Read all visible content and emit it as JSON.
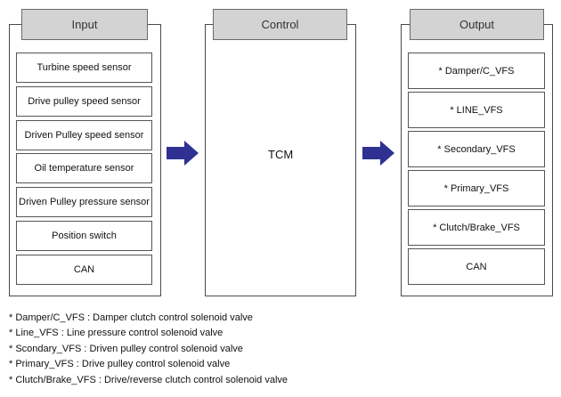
{
  "input": {
    "title": "Input",
    "items": [
      "Turbine speed sensor",
      "Drive pulley speed sensor",
      "Driven Pulley speed sensor",
      "Oil temperature sensor",
      "Driven Pulley pressure sensor",
      "Position switch",
      "CAN"
    ]
  },
  "control": {
    "title": "Control",
    "label": "TCM"
  },
  "output": {
    "title": "Output",
    "items": [
      "* Damper/C_VFS",
      "* LINE_VFS",
      "* Secondary_VFS",
      "* Primary_VFS",
      "* Clutch/Brake_VFS",
      "CAN"
    ]
  },
  "notes": [
    "* Damper/C_VFS : Damper clutch control solenoid valve",
    "* Line_VFS : Line pressure control solenoid valve",
    "* Scondary_VFS : Driven pulley control solenoid valve",
    "* Primary_VFS :  Drive pulley control solenoid valve",
    "* Clutch/Brake_VFS : Drive/reverse clutch control solenoid valve"
  ],
  "colors": {
    "arrow": "#2e3192",
    "header": "#d3d3d3"
  }
}
